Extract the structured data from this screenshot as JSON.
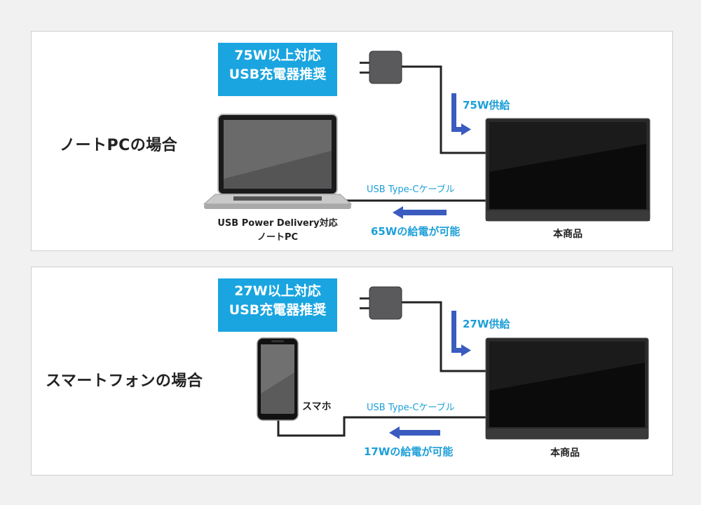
{
  "laptop_case": {
    "title": "ノートPCの場合",
    "charger_callout": [
      "75W以上対応",
      "USB充電器推奨"
    ],
    "supply_label": "75W供給",
    "cable_label": "USB Type-Cケーブル",
    "feed_label": "65Wの給電が可能",
    "device_label": [
      "USB Power Delivery対応",
      "ノートPC"
    ],
    "monitor_label": "本商品"
  },
  "phone_case": {
    "title": "スマートフォンの場合",
    "charger_callout": [
      "27W以上対応",
      "USB充電器推奨"
    ],
    "supply_label": "27W供給",
    "cable_label": "USB Type-Cケーブル",
    "feed_label": "17Wの給電が可能",
    "device_label": "スマホ",
    "monitor_label": "本商品"
  },
  "colors": {
    "accent_cyan": "#1aa5e0",
    "arrow_blue": "#3a5bbf",
    "cable": "#222222"
  }
}
